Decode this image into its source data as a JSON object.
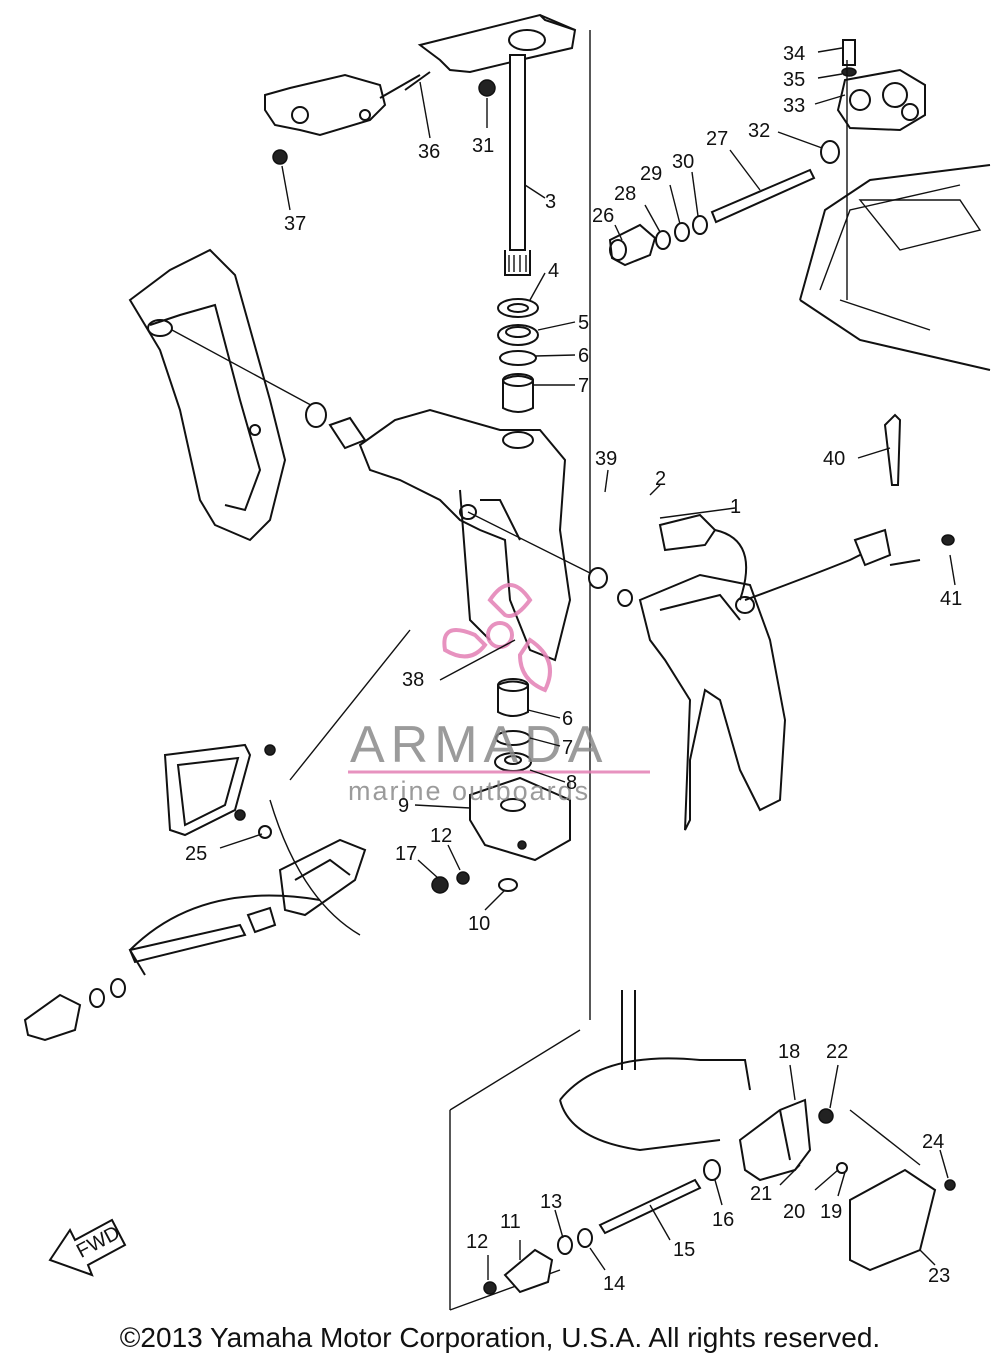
{
  "watermark": {
    "brand": "ARMADA",
    "tagline": "marine outboards",
    "pink_color": "#e37fb5",
    "gray_color": "#8a8a8a"
  },
  "direction_marker": "FWD",
  "copyright": "©2013 Yamaha Motor Corporation, U.S.A. All rights reserved.",
  "callouts": [
    "1",
    "2",
    "3",
    "4",
    "5",
    "6",
    "7",
    "6",
    "7",
    "8",
    "9",
    "10",
    "11",
    "12",
    "12",
    "13",
    "14",
    "15",
    "16",
    "17",
    "18",
    "19",
    "20",
    "21",
    "22",
    "23",
    "24",
    "25",
    "26",
    "27",
    "28",
    "29",
    "30",
    "31",
    "32",
    "33",
    "34",
    "35",
    "36",
    "37",
    "38",
    "39",
    "40",
    "41"
  ]
}
